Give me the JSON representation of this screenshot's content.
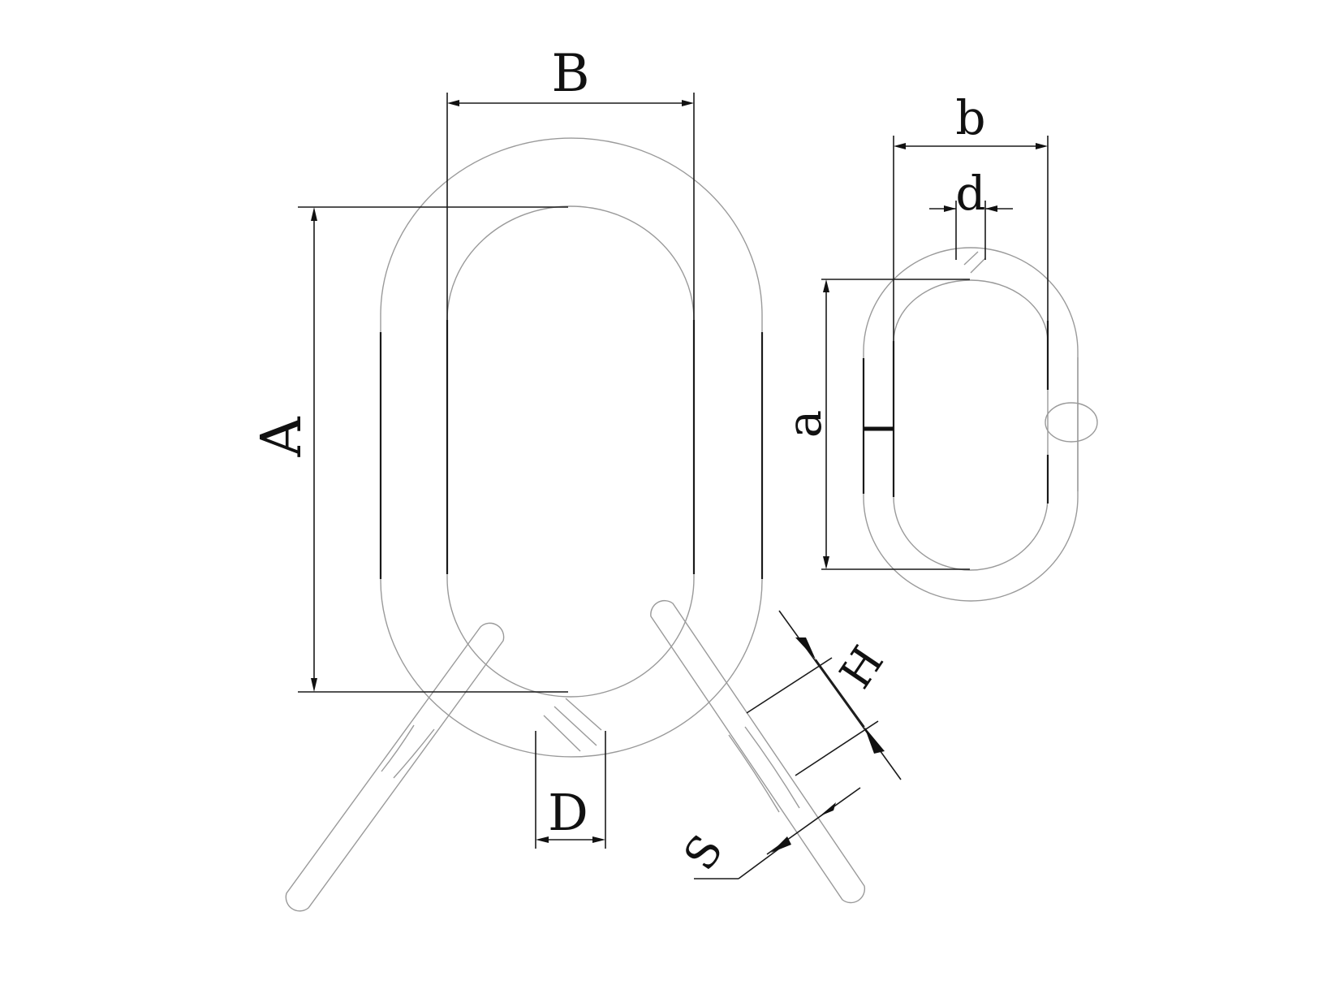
{
  "labels": {
    "A": "A",
    "B": "B",
    "D": "D",
    "H": "H",
    "S": "S",
    "a": "a",
    "b": "b",
    "d": "d"
  },
  "colors": {
    "outline": "#9a9a9a",
    "dimension": "#1a1a1a",
    "background": "#ffffff"
  }
}
